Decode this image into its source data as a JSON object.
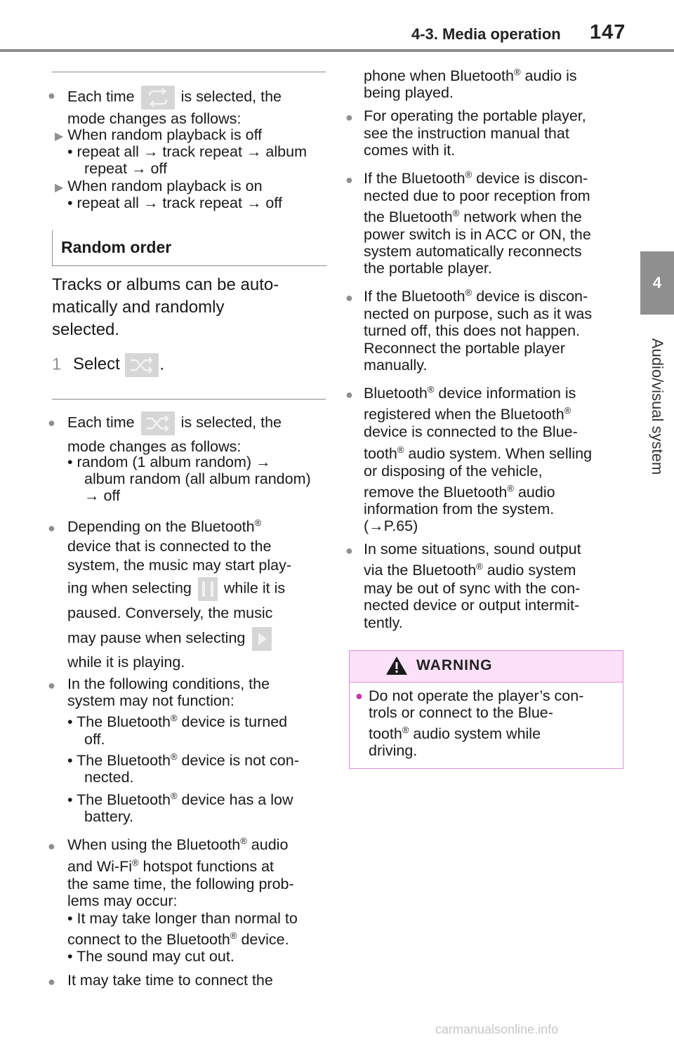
{
  "header": {
    "section": "4-3. Media operation",
    "page_number": "147"
  },
  "side_tab": {
    "number": "4",
    "label": "Audio/visual system"
  },
  "left": {
    "b1_part1": "Each time",
    "b1_part2": "is selected, the",
    "b1_line2": "mode changes as follows:",
    "sub1_title": "When random playback is off",
    "sub1_l1a": "• repeat all",
    "sub1_l1b": "track repeat",
    "sub1_l1c": "album",
    "sub1_l2a": "repeat",
    "sub1_l2b": "off",
    "sub2_title": "When random playback is on",
    "sub2_l1a": "• repeat all",
    "sub2_l1b": "track repeat",
    "sub2_l1c": "off",
    "heading": "Random order",
    "intro_l1": "Tracks or albums can be auto-",
    "intro_l2": "matically and randomly",
    "intro_l3": "selected.",
    "step_number": "1",
    "step_text": "Select",
    "step_period": ".",
    "b2_part1": "Each time",
    "b2_part2": "is selected, the",
    "b2_line2": "mode changes as follows:",
    "b2_l3": "• random (1 album random)",
    "b2_l4": "album random (all album random)",
    "b2_l5": "off",
    "b3_l1": "Depending on the Bluetooth",
    "b3_l2": "device that is connected to the",
    "b3_l3": "system, the music may start play-",
    "b3_l4a": "ing when selecting",
    "b3_l4b": "while it is",
    "b3_l5": "paused. Conversely, the music",
    "b3_l6": "may pause when selecting",
    "b3_l7": "while it is playing.",
    "b4_l1": "In the following conditions, the",
    "b4_l2": "system may not function:",
    "b4_l3a": "• The Bluetooth",
    "b4_l3b": " device is turned",
    "b4_l4": "off.",
    "b4_l5a": "• The Bluetooth",
    "b4_l5b": " device is not con-",
    "b4_l6": "nected.",
    "b4_l7a": "• The Bluetooth",
    "b4_l7b": " device has a low",
    "b4_l8": "battery.",
    "b5_l1a": "When using the Bluetooth",
    "b5_l1b": " audio",
    "b5_l2a": "and Wi-Fi",
    "b5_l2b": " hotspot functions at",
    "b5_l3": "the same time, the following prob-",
    "b5_l4": "lems may occur:",
    "b5_l5": "• It may take longer than normal to",
    "b5_l6a": "connect to the Bluetooth",
    "b5_l6b": " device.",
    "b5_l7": "• The sound may cut out.",
    "b6_l1": "It may take time to connect the"
  },
  "right": {
    "c1_l1a": "phone when Bluetooth",
    "c1_l1b": " audio is",
    "c1_l2": "being played.",
    "c2_l1": "For operating the portable player,",
    "c2_l2": "see the instruction manual that",
    "c2_l3": "comes with it.",
    "c3_l1a": "If the Bluetooth",
    "c3_l1b": " device is discon-",
    "c3_l2": "nected due to poor reception from",
    "c3_l3a": "the Bluetooth",
    "c3_l3b": " network when the",
    "c3_l4": "power switch is in ACC or ON, the",
    "c3_l5": "system automatically reconnects",
    "c3_l6": "the portable player.",
    "c4_l1a": "If the Bluetooth",
    "c4_l1b": " device is discon-",
    "c4_l2": "nected on purpose, such as it was",
    "c4_l3": "turned off, this does not happen.",
    "c4_l4": "Reconnect the portable player",
    "c4_l5": "manually.",
    "c5_l1a": "Bluetooth",
    "c5_l1b": " device information is",
    "c5_l2a": "registered when the Bluetooth",
    "c5_l3": "device is connected to the Blue-",
    "c5_l4a": "tooth",
    "c5_l4b": " audio system. When selling",
    "c5_l5": "or disposing of the vehicle,",
    "c5_l6a": "remove the Bluetooth",
    "c5_l6b": " audio",
    "c5_l7": "information from the system.",
    "c5_l8a": "(",
    "c5_l8b": "P.65)",
    "c6_l1": "In some situations, sound output",
    "c6_l2a": "via the Bluetooth",
    "c6_l2b": " audio system",
    "c6_l3": "may be out of sync with the con-",
    "c6_l4": "nected device or output intermit-",
    "c6_l5": "tently."
  },
  "warning": {
    "title": "WARNING",
    "l1": "Do not operate the player’s con-",
    "l2": "trols or connect to the Blue-",
    "l3a": "tooth",
    "l3b": " audio system while",
    "l4": "driving."
  },
  "symbols": {
    "bullet": "●",
    "sub_arrow": "▶",
    "arrow": "→",
    "registered": "®"
  },
  "watermark": "carmanualsonline.info",
  "icons": [
    "repeat-icon",
    "shuffle-icon",
    "pause-icon",
    "play-icon",
    "warning-triangle-icon"
  ]
}
